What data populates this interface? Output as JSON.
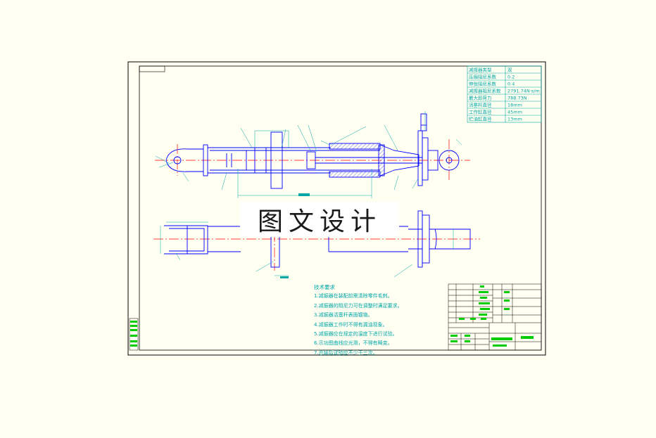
{
  "watermark": "图文设计",
  "param_table": [
    "减振器类型",
    "压缩阻尼系数",
    "伸张阻尼系数",
    "减振器阻尼系数",
    "最大卸荷力",
    "活塞杆直径",
    "工作缸直径",
    "贮油缸直径"
  ],
  "param_values": [
    "双",
    "0.2",
    "0.4",
    "2791.74N·s/m",
    "788.73N",
    "18mm",
    "45mm",
    "13mm"
  ],
  "tech_title": "技术要求",
  "tech_lines": [
    "1.减振器在装配前需清除零件毛刺。",
    "2.减振器的阻尼力可在调整时满足要求。",
    "3.减振器活塞杆表面镀铬。",
    "4.减振器工作时不得有漏油现象。",
    "5.减振器应在规定的温度下进行试验。",
    "6.示功图曲线应光滑，不得有畸变。",
    "7.总装后试验应不少于三次。"
  ],
  "colors": {
    "background": "#fffff2",
    "frame": "#000000",
    "outline": "#0000ff",
    "dimension": "#00a6a6",
    "center_line": "#ff0000",
    "title_block_fill": "#00cc00"
  }
}
